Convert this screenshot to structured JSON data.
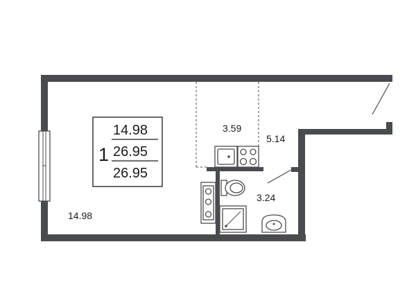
{
  "summary": {
    "rooms": "1",
    "living_area": "14.98",
    "total_area": "26.95",
    "total_area_with_balcony": "26.95"
  },
  "areas": {
    "room": "14.98",
    "kitchen": "3.59",
    "hallway": "5.14",
    "bathroom": "3.24"
  },
  "colors": {
    "wall": "#4a4b4e",
    "text": "#1a1a1a",
    "background": "#ffffff"
  },
  "icons": [
    "window-icon",
    "sink-icon",
    "stove-icon",
    "toilet-icon",
    "shower-icon",
    "washbasin-icon",
    "washing-machine-icon",
    "entry-door-icon",
    "bathroom-door-icon"
  ]
}
